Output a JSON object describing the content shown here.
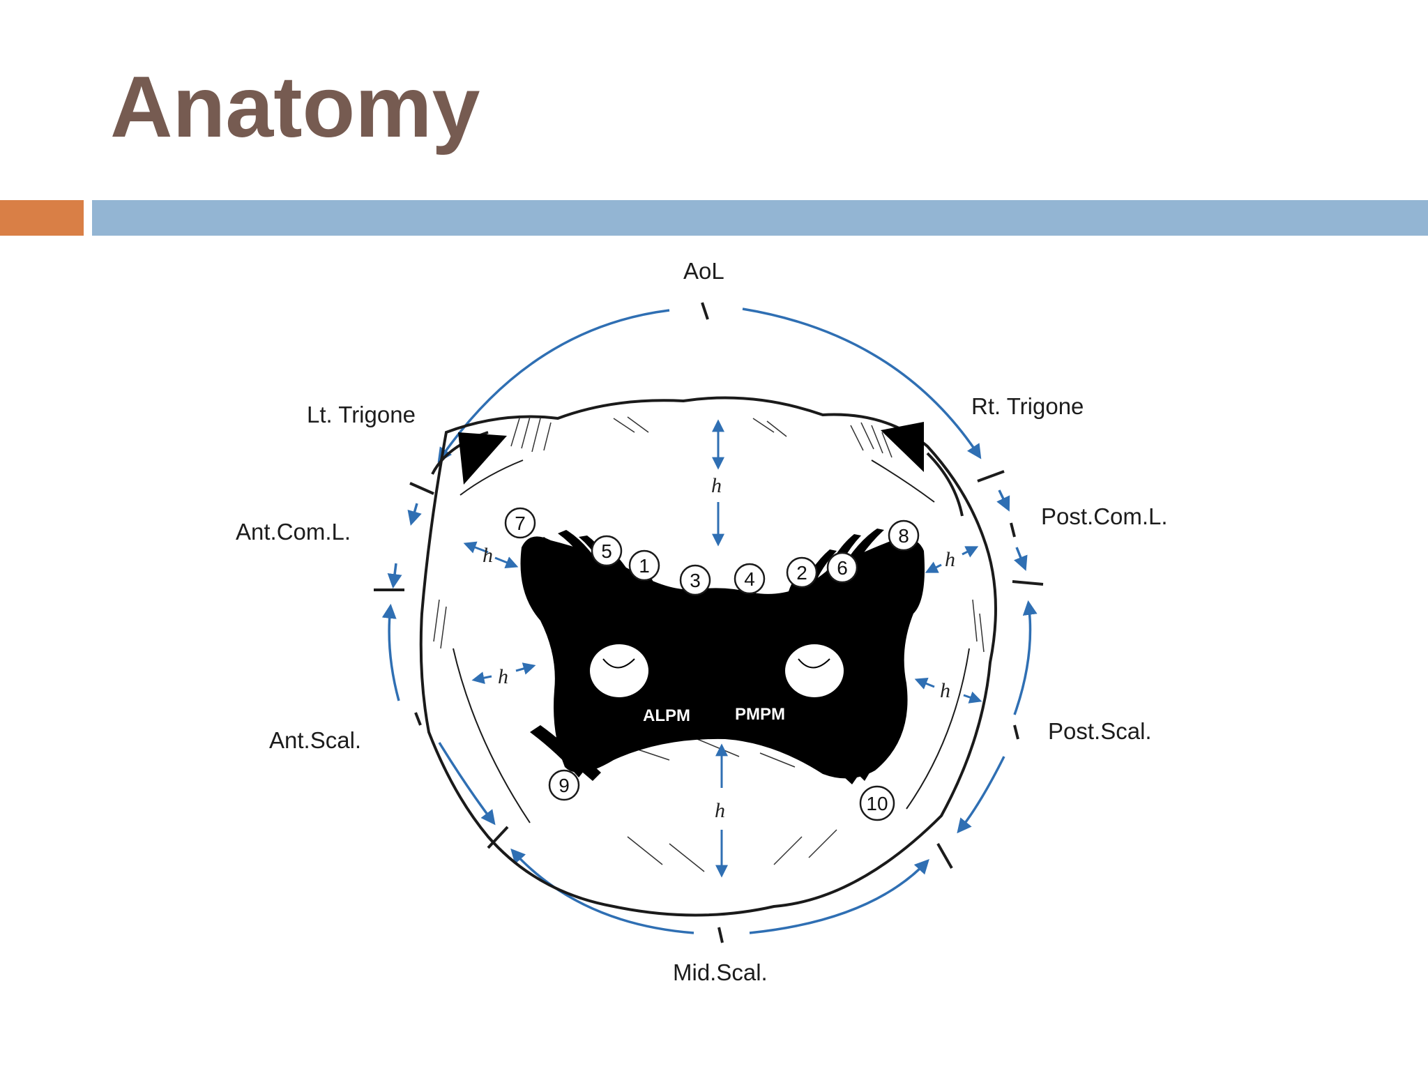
{
  "slide": {
    "title": "Anatomy",
    "colors": {
      "title": "#765b51",
      "accent_orange": "#d97f46",
      "accent_blue": "#93b5d3",
      "arrow_blue": "#2f6fb3"
    }
  },
  "diagram": {
    "labels": {
      "aol": "AoL",
      "lt_trigone": "Lt. Trigone",
      "rt_trigone": "Rt. Trigone",
      "ant_com_l": "Ant.Com.L.",
      "post_com_l": "Post.Com.L.",
      "ant_scal": "Ant.Scal.",
      "post_scal": "Post.Scal.",
      "mid_scal": "Mid.Scal.",
      "alpm": "ALPM",
      "pmpm": "PMPM"
    },
    "distance_marker": "h",
    "chordae_numbers": [
      "1",
      "2",
      "3",
      "4",
      "5",
      "6",
      "7",
      "8",
      "9",
      "10"
    ]
  }
}
